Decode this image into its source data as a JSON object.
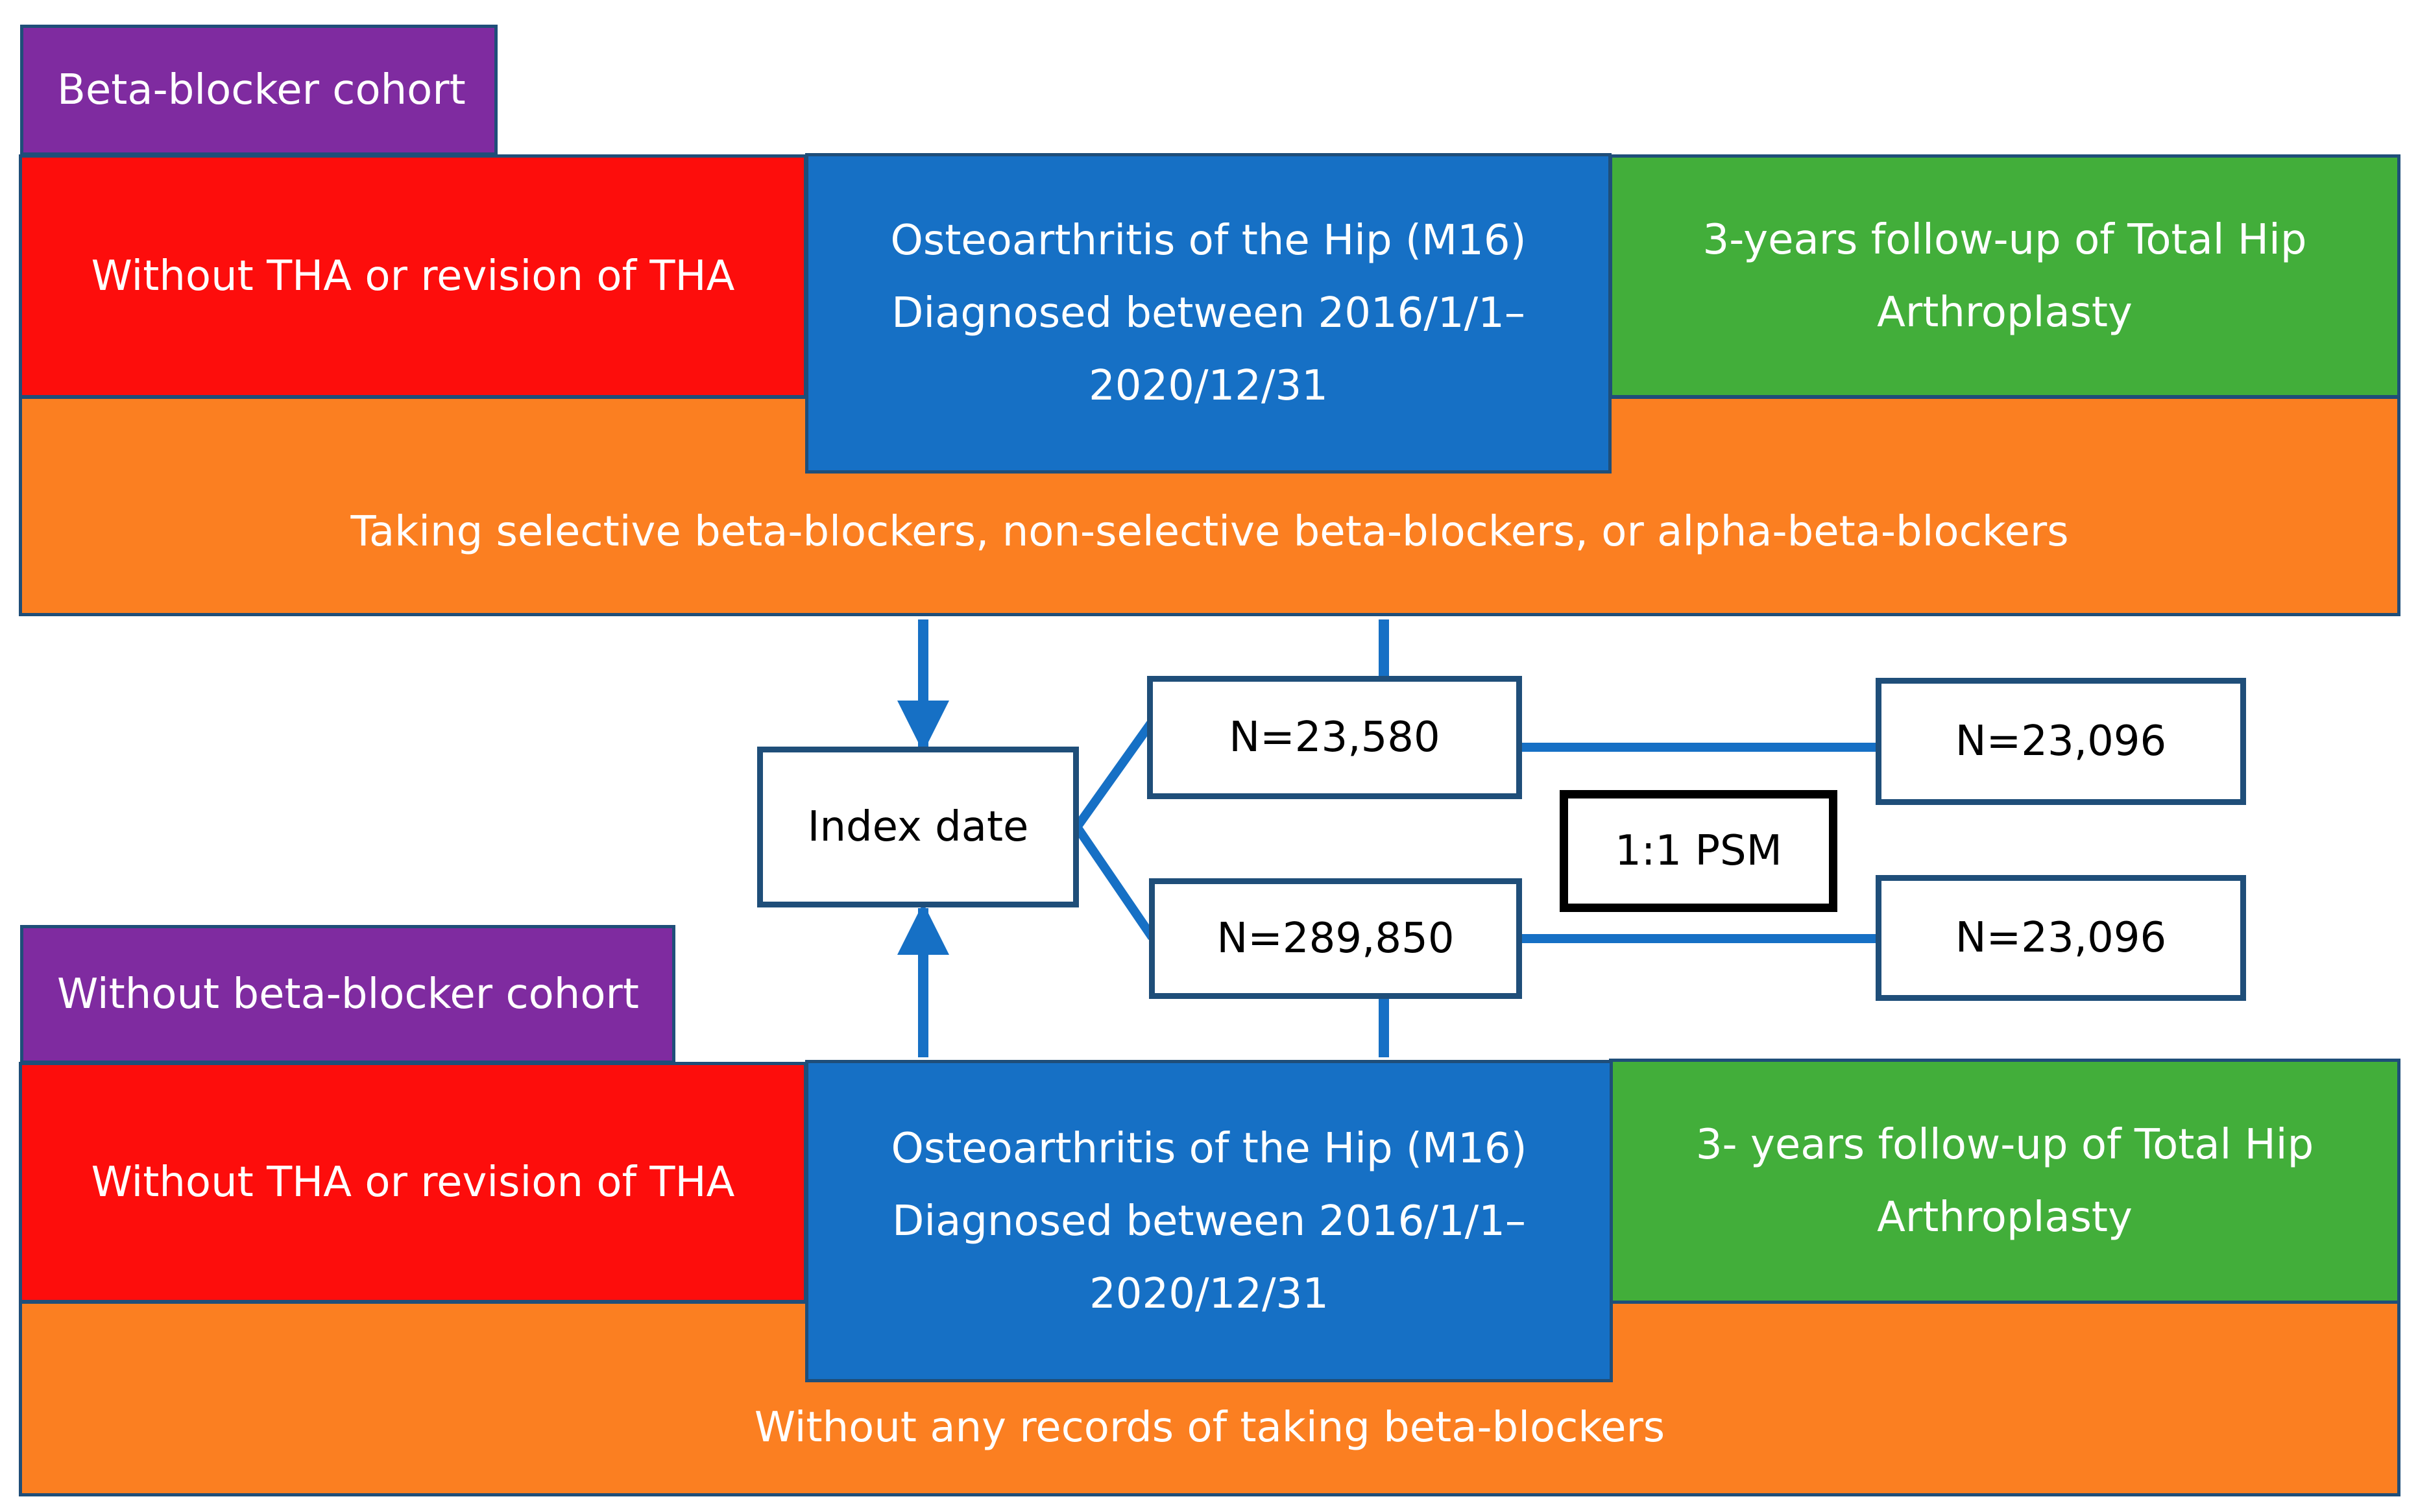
{
  "top_cohort": {
    "label": "Beta-blocker cohort",
    "exclusion": "Without THA or revision of THA",
    "diagnosis": "Osteoarthritis of the Hip (M16)\nDiagnosed between 2016/1/1–\n2020/12/31",
    "follow_up": "3-years follow-up of Total Hip\nArthroplasty",
    "criterion": "Taking selective beta-blockers, non-selective beta-blockers, or alpha-beta-blockers"
  },
  "bottom_cohort": {
    "label": "Without beta-blocker cohort",
    "exclusion": "Without THA or revision of THA",
    "diagnosis": "Osteoarthritis of the Hip (M16)\nDiagnosed between 2016/1/1–\n2020/12/31",
    "follow_up": "3- years follow-up of Total Hip\nArthroplasty",
    "criterion": "Without any records of taking beta-blockers"
  },
  "flow": {
    "index_date": "Index date",
    "n_top_before": "N=23,580",
    "n_bottom_before": "N=289,850",
    "matching": "1:1 PSM",
    "n_top_after": "N=23,096",
    "n_bottom_after": "N=23,096"
  },
  "colors": {
    "label": "#7f2ba0",
    "exclusion": "#fd0d0c",
    "diagnosis": "#1670c5",
    "follow_up": "#42ae3a",
    "criterion": "#fb7f21",
    "connector": "#1670c5",
    "outline": "#1f4e79"
  }
}
